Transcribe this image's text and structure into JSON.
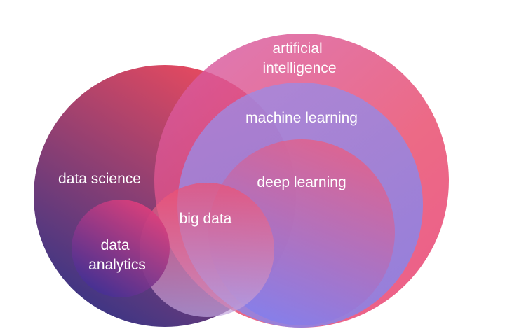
{
  "diagram": {
    "colors": {
      "data_science": [
        "#e84a5f",
        "#3a3585"
      ],
      "artificial_intelligence": [
        "#e83d6f",
        "#d9599c"
      ],
      "machine_learning": [
        "#a28ae0",
        "#7f86f0"
      ],
      "deep_learning": [
        "#f05a7a",
        "#7d7ff2"
      ],
      "big_data": [
        "#f04e6e",
        "#c0a6e0"
      ],
      "data_analytics": [
        "#e8407a",
        "#3a2f96"
      ]
    },
    "labels": {
      "artificial_intelligence": [
        "artificial",
        "intelligence"
      ],
      "machine_learning": "machine learning",
      "data_science": "data science",
      "deep_learning": "deep learning",
      "big_data": "big data",
      "data_analytics": [
        "data",
        "analytics"
      ]
    }
  }
}
